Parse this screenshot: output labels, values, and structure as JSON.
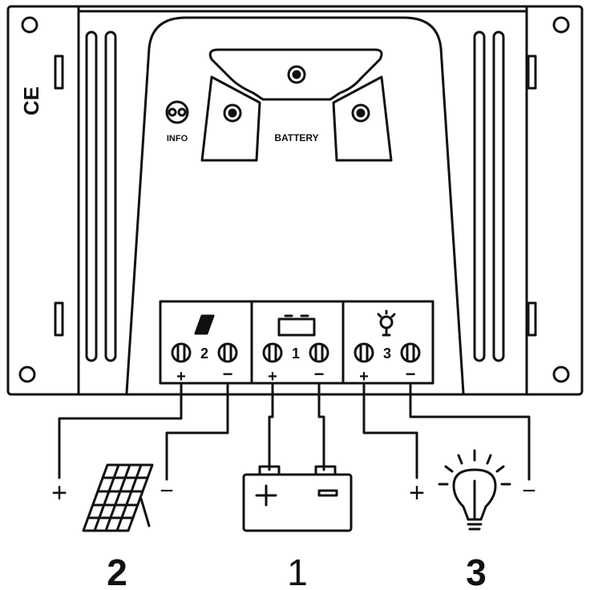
{
  "controller": {
    "ce_mark": "CE",
    "info_label": "INFO",
    "battery_label": "BATTERY"
  },
  "terminals": [
    {
      "number": "2",
      "plus": "+",
      "minus": "−",
      "icon": "solar-panel-icon"
    },
    {
      "number": "1",
      "plus": "+",
      "minus": "−",
      "icon": "battery-icon"
    },
    {
      "number": "3",
      "plus": "+",
      "minus": "−",
      "icon": "bulb-icon"
    }
  ],
  "devices": [
    {
      "number": "2",
      "plus": "+",
      "minus": "−",
      "icon": "solar-panel-icon"
    },
    {
      "number": "1",
      "plus": "+",
      "minus": "−",
      "icon": "battery-icon"
    },
    {
      "number": "3",
      "plus": "+",
      "minus": "−",
      "icon": "bulb-icon"
    }
  ],
  "colors": {
    "outline": "#111111",
    "background": "#ffffff"
  }
}
